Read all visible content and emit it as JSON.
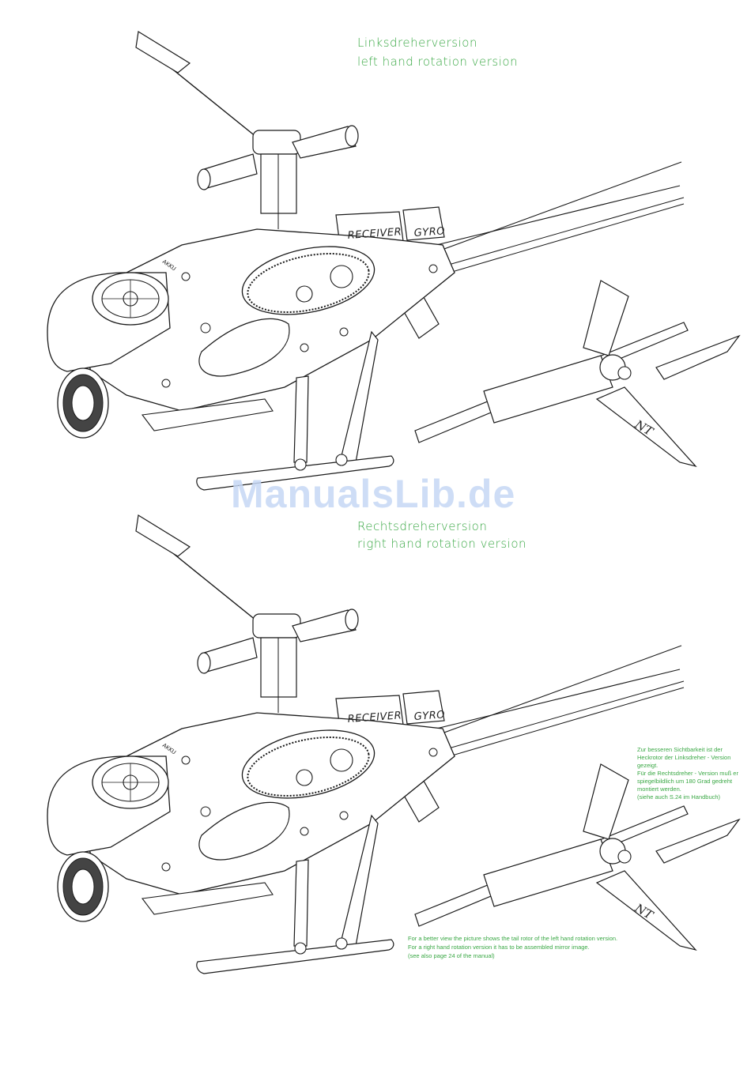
{
  "captions": {
    "top": {
      "de": "Linksdreherversion",
      "en": "left hand rotation version"
    },
    "bottom": {
      "de": "Rechtsdreherversion",
      "en": "right hand rotation version"
    }
  },
  "labels": {
    "receiver": "RECEIVER",
    "gyro": "GYRO",
    "battery": "AKKU",
    "logo": "NT"
  },
  "note_de": [
    "Zur besseren Sichtbarkeit ist der",
    "Heckrotor der Linksdreher - Version",
    "gezeigt.",
    "Für die Rechtsdreher - Version muß er",
    "spiegelbildlich um 180 Grad gedreht",
    "montiert werden.",
    "(siehe auch S.24 im Handbuch)"
  ],
  "note_en": [
    "For a better view the picture shows the  tail rotor of the left hand rotation  version.",
    "For a right hand rotation version it has to be assembled mirror image.",
    "(see also page 24 of the manual)"
  ],
  "watermark": "ManualsLib.de",
  "colors": {
    "caption": "#3aa845",
    "line": "#1a1a1a",
    "watermark": "#c6d8f5"
  }
}
